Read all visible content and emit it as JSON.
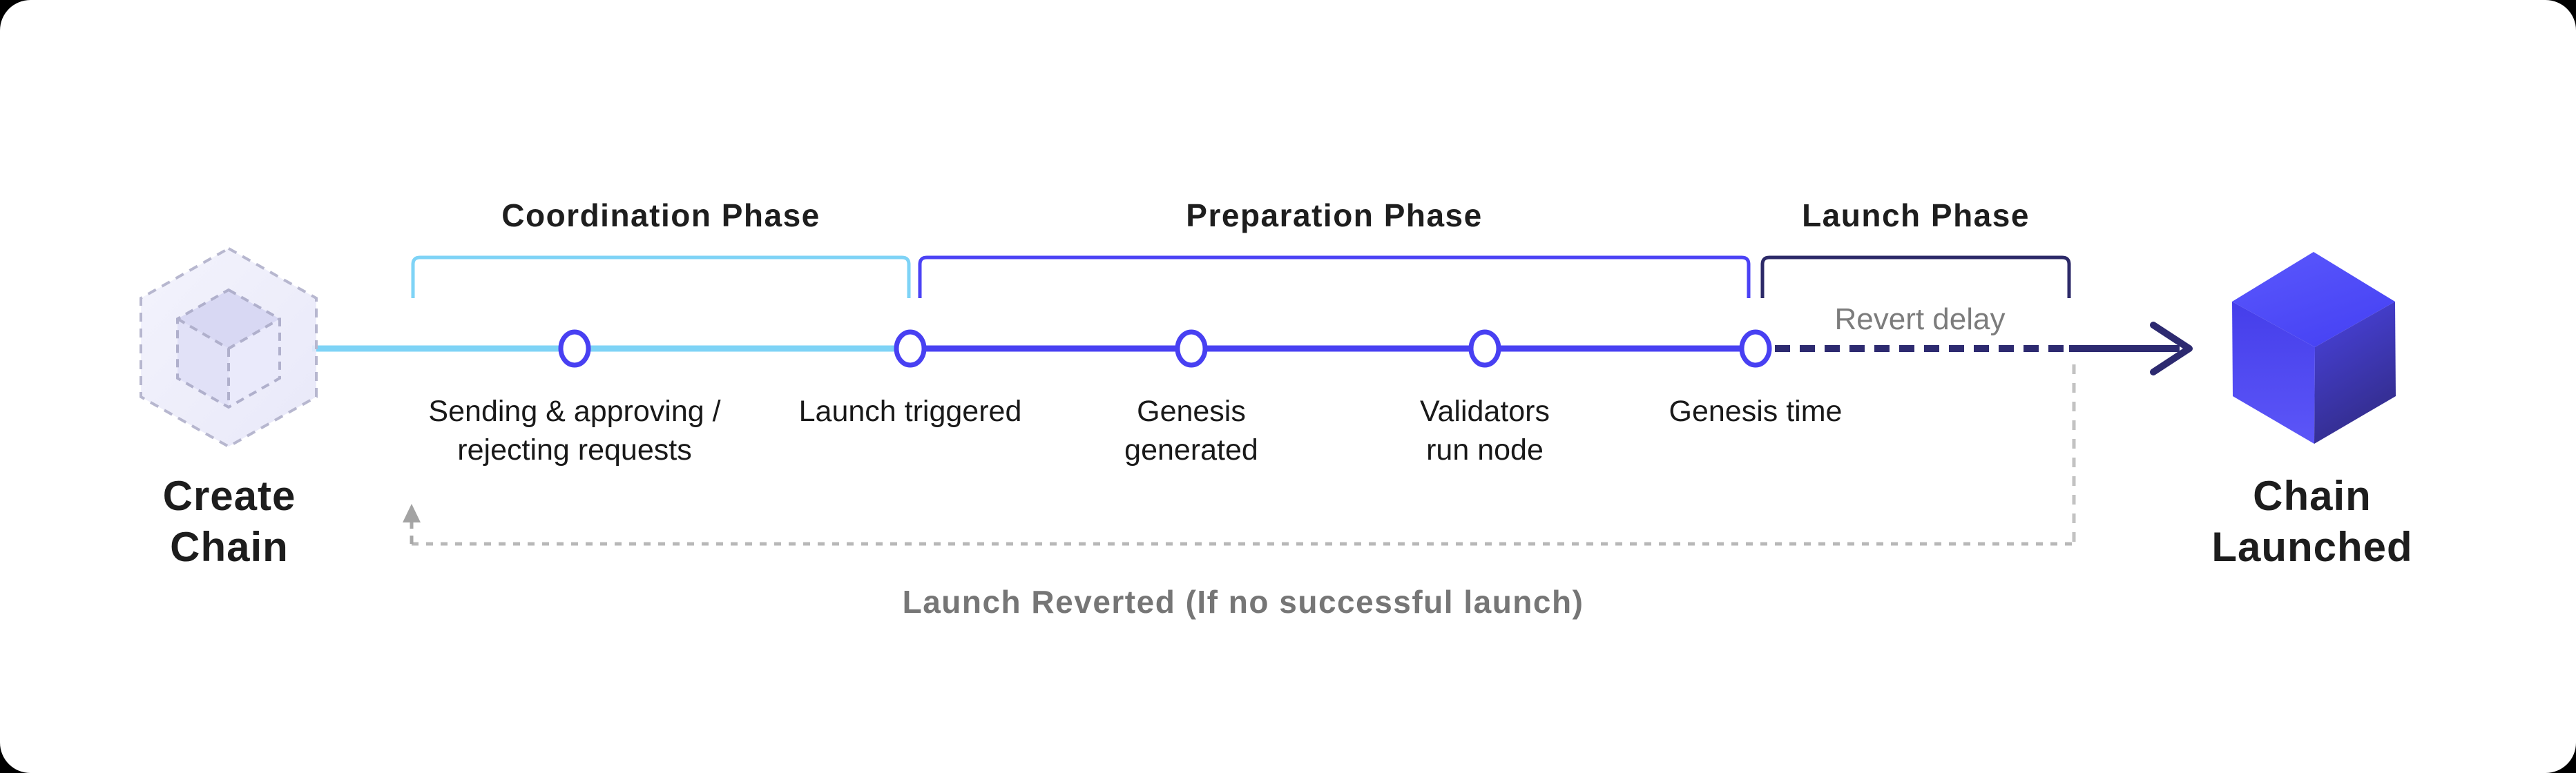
{
  "colors": {
    "background": "#000000",
    "surface": "#ffffff",
    "coordination_blue": "#7ed3f6",
    "preparation_indigo": "#4840f2",
    "launch_navy": "#2d2a70",
    "node_stroke": "#4840f2",
    "revert_gray": "#b8b8b8",
    "text_dark": "#1c1c1c",
    "text_gray": "#7c7c7c",
    "launched_cube_blue": "#4a46fb",
    "ghost_cube_lavender": "#e7e7f8"
  },
  "start_node": {
    "label": "Create\nChain",
    "icon": "dashed-ghost-cube"
  },
  "end_node": {
    "label": "Chain\nLaunched",
    "icon": "solid-blue-cube"
  },
  "phases": [
    {
      "id": "coordination",
      "label": "Coordination Phase"
    },
    {
      "id": "preparation",
      "label": "Preparation Phase"
    },
    {
      "id": "launch",
      "label": "Launch Phase"
    }
  ],
  "milestones": [
    {
      "label": "Sending & approving /\nrejecting requests"
    },
    {
      "label": "Launch triggered"
    },
    {
      "label": "Genesis\ngenerated"
    },
    {
      "label": "Validators\nrun node"
    },
    {
      "label": "Genesis time"
    }
  ],
  "annotations": {
    "revert_delay": "Revert delay",
    "launch_reverted": "Launch Reverted (If no successful launch)"
  }
}
